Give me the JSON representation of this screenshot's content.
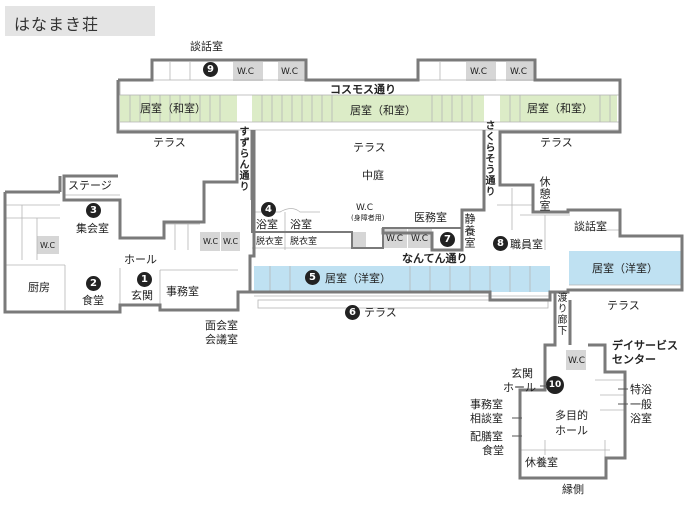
{
  "title": "はなまき荘",
  "colors": {
    "wall": "#7a7a7a",
    "japanese_room": "#dcecc7",
    "western_room": "#bfe1f2",
    "wc": "#d6d6d6",
    "marker": "#222222"
  },
  "corridors": {
    "cosmos": "コスモス通り",
    "suzuran": "すずらん通り",
    "sakurasou": "さくらそう通り",
    "nanten": "なんてん通り"
  },
  "rooms": {
    "kyoshitsu_washitsu": "居室（和室）",
    "kyoshitsu_youshitsu": "居室（洋室）",
    "terrace": "テラス",
    "nakaniwa": "中庭",
    "danwashitsu": "談話室",
    "wc": "W.C",
    "wc_accessible": "W.C",
    "wc_accessible_note": "(身障者用)",
    "stage": "ステージ",
    "shukaishitsu": "集会室",
    "hall": "ホール",
    "chubo": "厨房",
    "shokudo": "食堂",
    "genkan": "玄関",
    "jimushitsu": "事務室",
    "menkaishitsu": "面会室",
    "kaigishitsu": "会議室",
    "yokushitsu": "浴室",
    "datsuishitsu": "脱衣室",
    "imushitsu": "医務室",
    "seiyoushitsu": "静養室",
    "shokuinshitsu": "職員室",
    "kyukeishitsu": "休憩室",
    "watari_roka": "渡り廊下",
    "dayservice_1": "デイサービス",
    "dayservice_2": "センター",
    "genkan_hall_1": "玄関",
    "genkan_hall_2": "ホール",
    "jimushitsu_2": "事務室",
    "sodanshitsu": "相談室",
    "haizenshitsu": "配膳室",
    "shokudo_2": "食堂",
    "tamokuteki": "多目的",
    "tamokuteki_2": "ホール",
    "kyuyoushitsu": "休養室",
    "engawa": "縁側",
    "tokuyoku": "特浴",
    "ippan": "一般",
    "ippan_2": "浴室"
  },
  "markers": [
    "1",
    "2",
    "3",
    "4",
    "5",
    "6",
    "7",
    "8",
    "9",
    "10"
  ]
}
